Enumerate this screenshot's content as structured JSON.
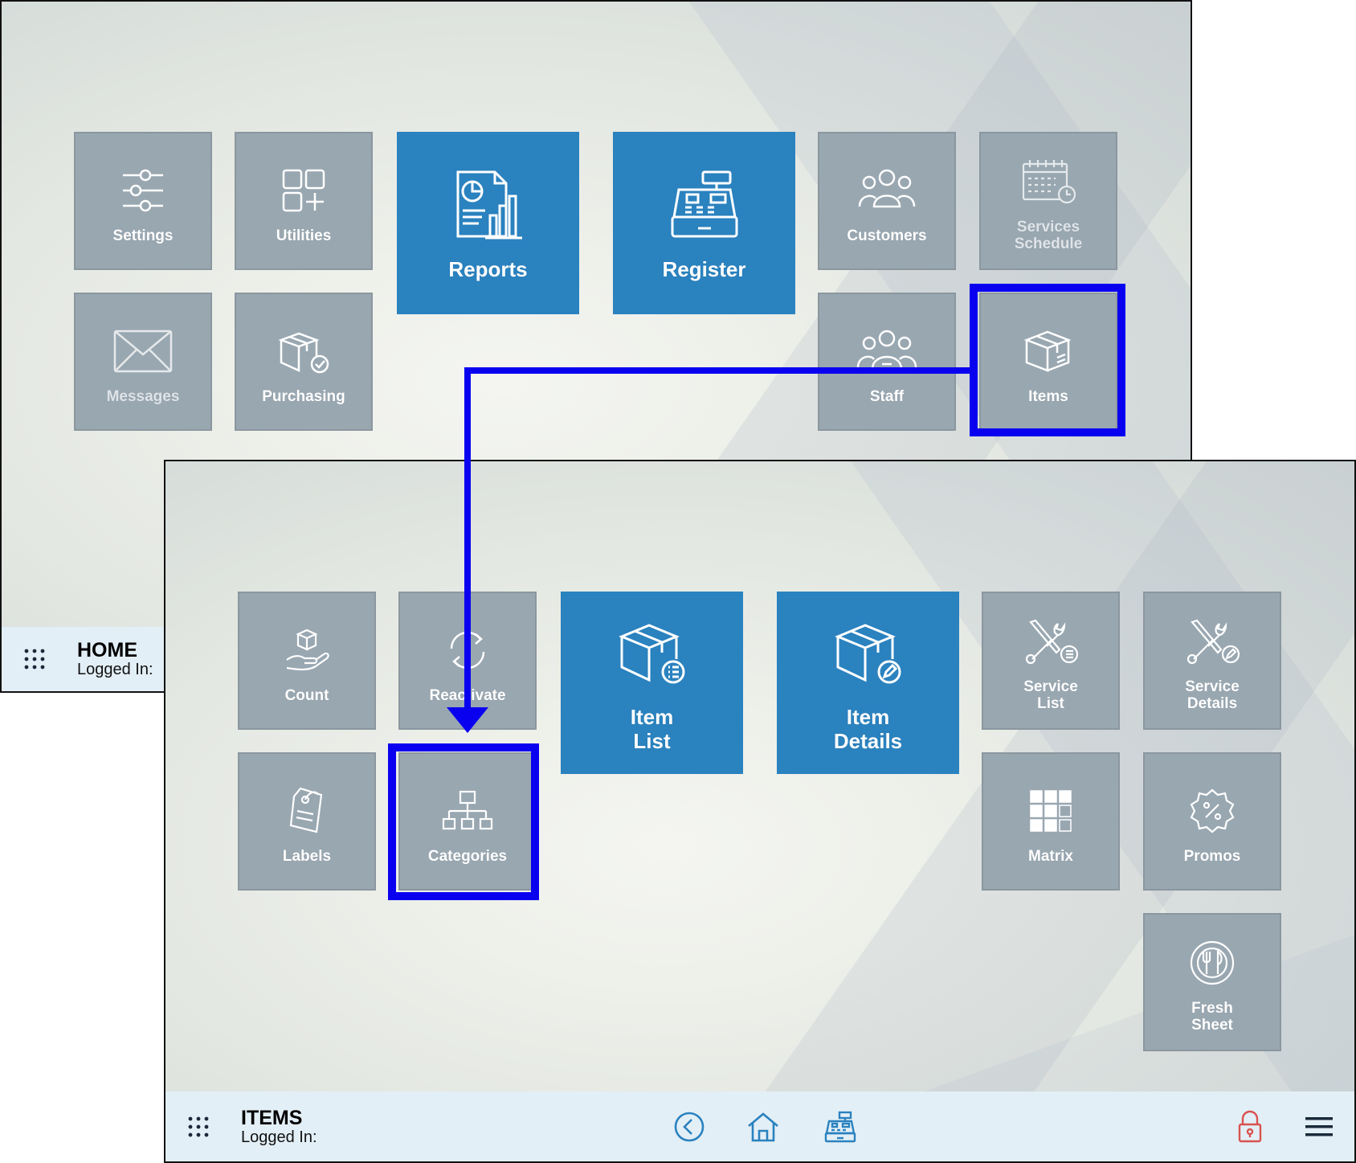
{
  "home": {
    "tiles": {
      "settings": "Settings",
      "utilities": "Utilities",
      "reports": "Reports",
      "register": "Register",
      "customers": "Customers",
      "services_schedule": "Services\nSchedule",
      "messages": "Messages",
      "purchasing": "Purchasing",
      "staff": "Staff",
      "items": "Items"
    },
    "bottom_bar": {
      "title": "HOME",
      "logged_in": "Logged In:"
    }
  },
  "items": {
    "tiles": {
      "count": "Count",
      "reactivate": "Reactivate",
      "item_list": "Item\nList",
      "item_details": "Item\nDetails",
      "service_list": "Service\nList",
      "service_details": "Service\nDetails",
      "labels": "Labels",
      "categories": "Categories",
      "matrix": "Matrix",
      "promos": "Promos",
      "fresh_sheet": "Fresh\nSheet"
    },
    "bottom_bar": {
      "title": "ITEMS",
      "logged_in": "Logged In:"
    }
  },
  "colors": {
    "tile_gray": "#99a7b1",
    "tile_blue": "#2a82bf",
    "highlight": "#0a00f0",
    "bottom_bar": "#e3eff6",
    "lock_icon": "#d9534f",
    "nav_icon": "#2a82bf"
  },
  "icons": {
    "grid": "apps-grid-icon",
    "back": "back-circle-icon",
    "home": "home-icon",
    "register": "cash-register-icon",
    "lock": "lock-icon",
    "menu": "hamburger-menu-icon"
  }
}
